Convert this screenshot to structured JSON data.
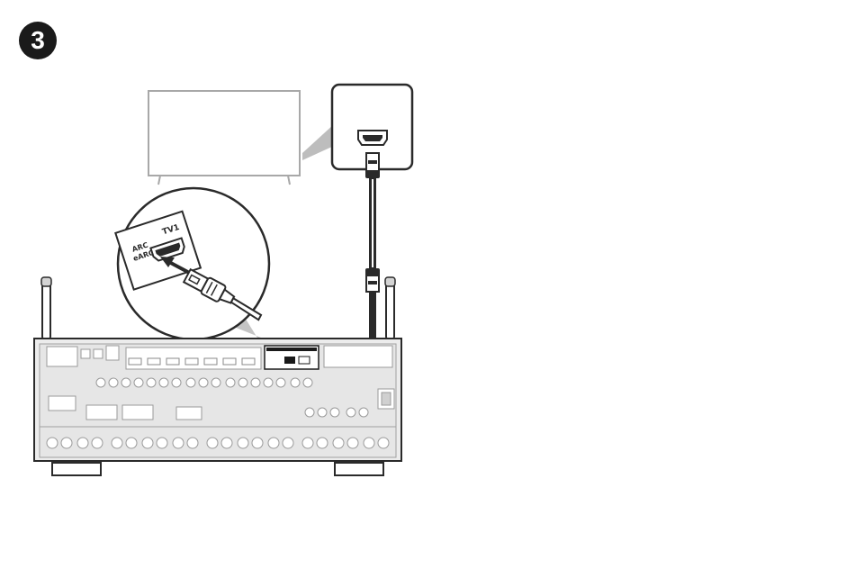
{
  "step": {
    "number": "3"
  },
  "zoom_label": {
    "line1": "ARC",
    "line2": "eARC",
    "terminal": "TV1"
  },
  "colors": {
    "line": "#2a2a2a",
    "receiver_fill": "#e6e6e6",
    "receiver_line": "#9a9a9a",
    "tv_line": "#a8a8a8",
    "highlight": "#1a1a1a"
  },
  "icons": [
    "hdmi-port-icon",
    "hdmi-plug-icon",
    "insert-arrow-icon",
    "antenna-icon"
  ]
}
